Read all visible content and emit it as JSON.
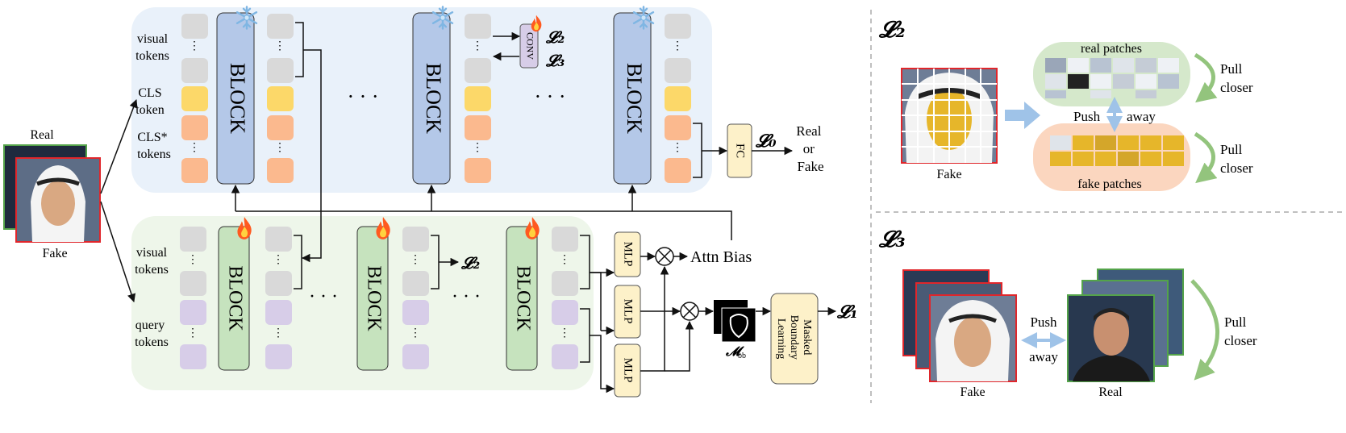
{
  "left_labels": {
    "real": "Real",
    "fake": "Fake"
  },
  "top_branch": {
    "visual_tokens": [
      "visual",
      "tokens"
    ],
    "cls_token": [
      "CLS",
      "token"
    ],
    "cls_star_tokens": [
      "CLS*",
      "tokens"
    ],
    "block_label": "BLOCK",
    "conv_label": "CONV",
    "fc_label": "FC",
    "loss0": "𝓛₀",
    "loss2": "𝓛₂",
    "loss3": "𝓛₃",
    "output": [
      "Real",
      "or",
      "Fake"
    ],
    "ellipsis": "· · ·"
  },
  "bottom_branch": {
    "visual_tokens": [
      "visual",
      "tokens"
    ],
    "query_tokens": [
      "query",
      "tokens"
    ],
    "block_label": "BLOCK",
    "mlp_label": "MLP",
    "attn_bias": "Attn  Bias",
    "mask_label": "𝓜",
    "mask_sub": "bb",
    "mbl_label": [
      "Masked",
      "Boundary",
      "Learning"
    ],
    "loss1": "𝓛₁",
    "loss2": "𝓛₂",
    "ellipsis": "· · ·"
  },
  "panel_l2": {
    "title": "𝓛₂",
    "real_patches": "real patches",
    "fake_patches": "fake patches",
    "push": "Push",
    "away": "away",
    "pull": "Pull",
    "closer": "closer",
    "fake": "Fake"
  },
  "panel_l3": {
    "title": "𝓛₃",
    "push": "Push",
    "away": "away",
    "pull": "Pull",
    "closer": "closer",
    "fake": "Fake",
    "real": "Real"
  },
  "colors": {
    "top_bg": "#e9f1fa",
    "bottom_bg": "#eef6ea",
    "block_blue": "#b4c8e8",
    "block_green": "#c6e3be",
    "token_gray": "#d9d9d9",
    "token_yellow": "#fcd869",
    "token_orange": "#fbb98e",
    "token_purple": "#d7cde8",
    "fc_fill": "#fdf1c9",
    "frame_red": "#e0262b",
    "frame_green": "#54a34a",
    "arrow_blue": "#9fc3e8",
    "pull_green": "#93c47d",
    "face_skin": "#d9a882",
    "face_yellow": "#e6b62a"
  }
}
